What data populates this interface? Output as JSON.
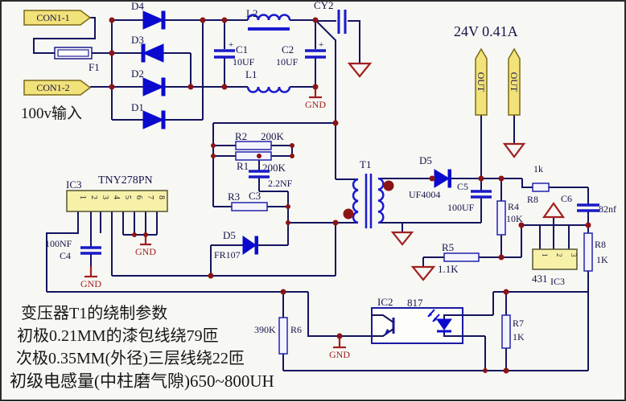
{
  "colors": {
    "wire_navy": "#14145e",
    "component_blue": "#0a0ace",
    "ground_red": "#a02020",
    "connector_yellow": "#f2e27a",
    "ic_yellow": "#f7f0a8"
  },
  "input": {
    "con1_1": "CON1-1",
    "con1_2": "CON1-2",
    "fuse": "F1",
    "voltage": "100v输入"
  },
  "bridge": {
    "d1": "D1",
    "d2": "D2",
    "d3": "D3",
    "d4": "D4"
  },
  "filter": {
    "l2": "L2",
    "l1": "L1",
    "c1": "C1",
    "c1_val": "10UF",
    "c1_plus": "+",
    "c2": "C2",
    "c2_val": "10UF",
    "c2_plus": "+",
    "cy2": "CY2",
    "gnd": "GND"
  },
  "out": {
    "rating": "24V  0.41A",
    "out1": "OUT",
    "out2": "OUT"
  },
  "clamp": {
    "r2": "R2",
    "r2_val": "200K",
    "r1": "R1",
    "r1_val": "200K",
    "c3": "C3",
    "c3_val": "2.2NF",
    "r3": "R3",
    "d5": "D5",
    "d5_part": "FR107"
  },
  "ic1": {
    "ref": "IC3",
    "part": "TNY278PN",
    "pins": [
      "1",
      "2",
      "3",
      "4",
      "5",
      "6",
      "7",
      "8"
    ],
    "c4": "C4",
    "c4_val": "100NF",
    "gnd_c4": "GND",
    "gnd_src": "GND"
  },
  "xfmr": {
    "ref": "T1"
  },
  "sec": {
    "d5": "D5",
    "d5_part": "UF4004",
    "c5": "C5",
    "c5_val": "100UF",
    "r4": "R4",
    "r4_val": "10K",
    "r5": "R5",
    "r5_val": "1.1K"
  },
  "fb": {
    "r8h_val": "1k",
    "r8h": "R8",
    "c6": "C6",
    "c6_val": "82nf",
    "r8v": "R8",
    "r8v_val": "1K",
    "shunt_part": "431",
    "shunt_ref": "IC3",
    "shunt_pins": [
      "1",
      "2",
      "3"
    ],
    "r7": "R7",
    "r7_val": "1K"
  },
  "opto": {
    "ref": "IC2",
    "part": "817",
    "gnd": "GND"
  },
  "bias": {
    "r6": "R6",
    "r6_val": "390K"
  },
  "notes": [
    "变压器T1的绕制参数",
    "初极0.21MM的漆包线绕79匝",
    "次极0.35MM(外径)三层线绕22匝",
    "初级电感量(中柱磨气隙)650~800UH"
  ]
}
